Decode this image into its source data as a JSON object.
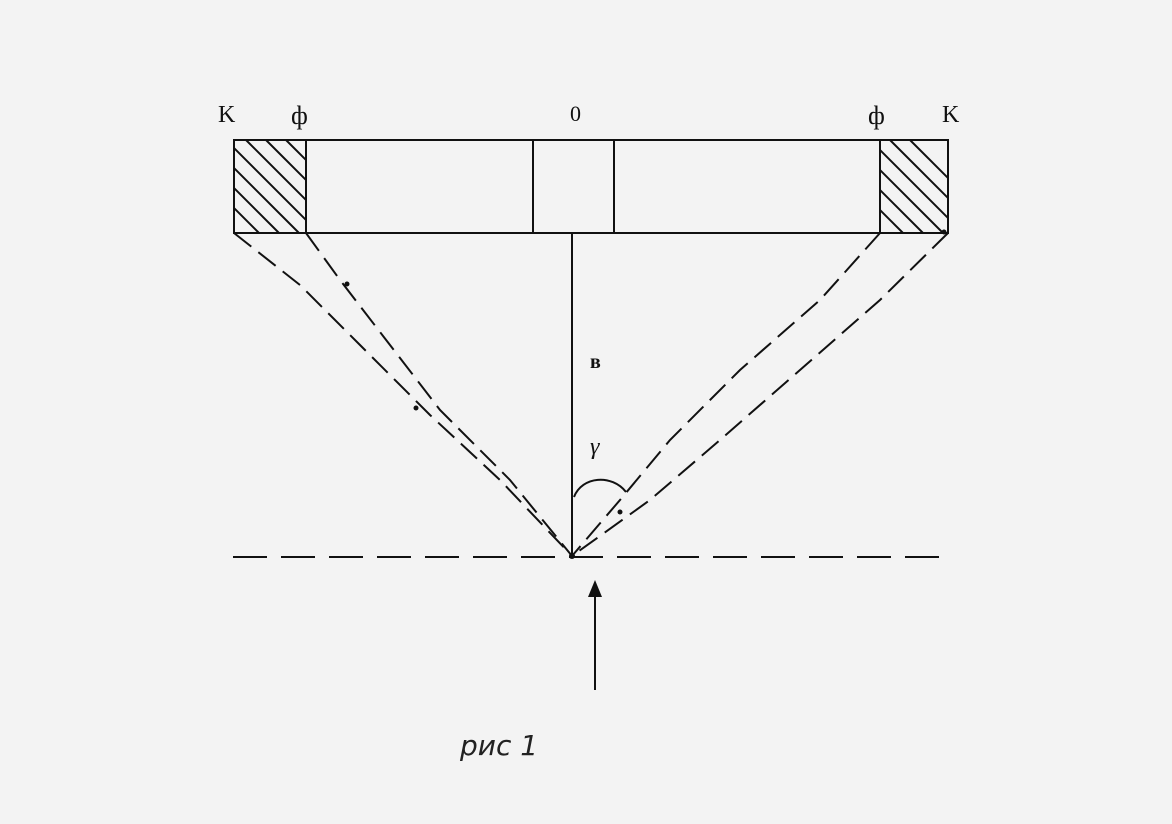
{
  "labels": {
    "left_outer": "K",
    "left_inner": "ф",
    "center": "0",
    "right_inner": "ф",
    "right_outer": "K",
    "axis": "в",
    "angle": "γ"
  },
  "caption": "рис 1",
  "colors": {
    "ink": "#111111",
    "paper": "#f3f3f3"
  }
}
